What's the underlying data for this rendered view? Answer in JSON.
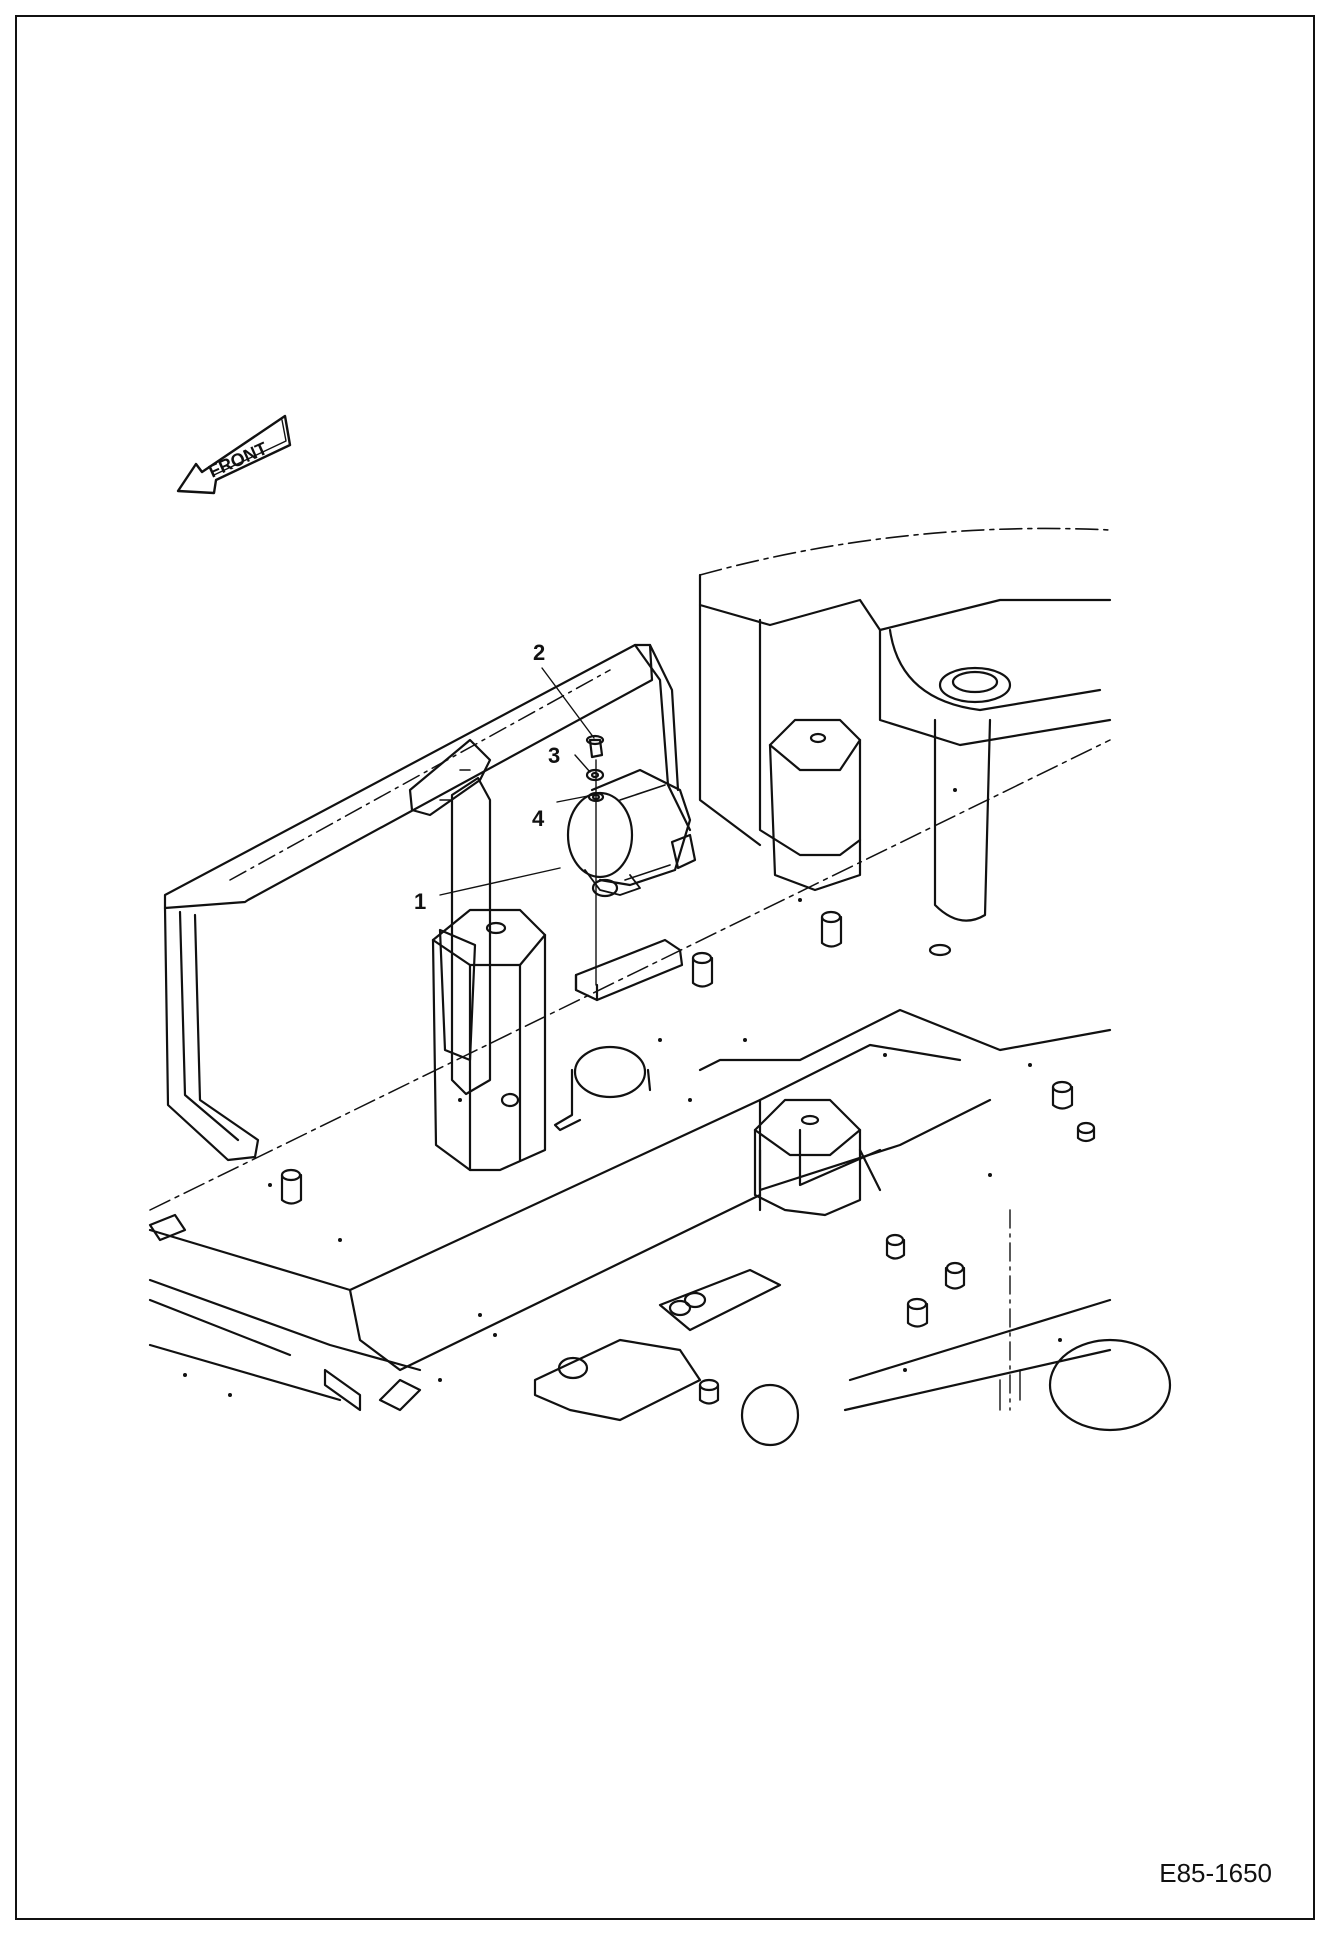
{
  "orientation": {
    "label": "FRONT"
  },
  "callouts": [
    {
      "number": "1",
      "part": "alarm-unit"
    },
    {
      "number": "2",
      "part": "bolt"
    },
    {
      "number": "3",
      "part": "spring-washer"
    },
    {
      "number": "4",
      "part": "washer"
    }
  ],
  "drawing_id": "E85-1650",
  "colors": {
    "line": "#111111",
    "background": "#ffffff"
  }
}
